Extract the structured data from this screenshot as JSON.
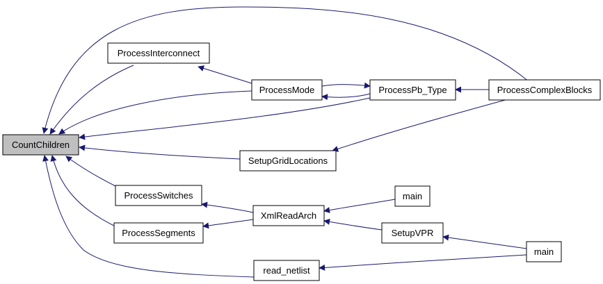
{
  "graph": {
    "edge_color": "#191970",
    "root_fill": "#bfbfbf",
    "nodes": {
      "count_children": "CountChildren",
      "process_interconnect": "ProcessInterconnect",
      "process_mode": "ProcessMode",
      "process_pb_type": "ProcessPb_Type",
      "process_complex_blocks": "ProcessComplexBlocks",
      "setup_grid_locations": "SetupGridLocations",
      "process_switches": "ProcessSwitches",
      "xml_read_arch": "XmlReadArch",
      "main_1": "main",
      "process_segments": "ProcessSegments",
      "setup_vpr": "SetupVPR",
      "main_2": "main",
      "read_netlist": "read_netlist"
    }
  }
}
